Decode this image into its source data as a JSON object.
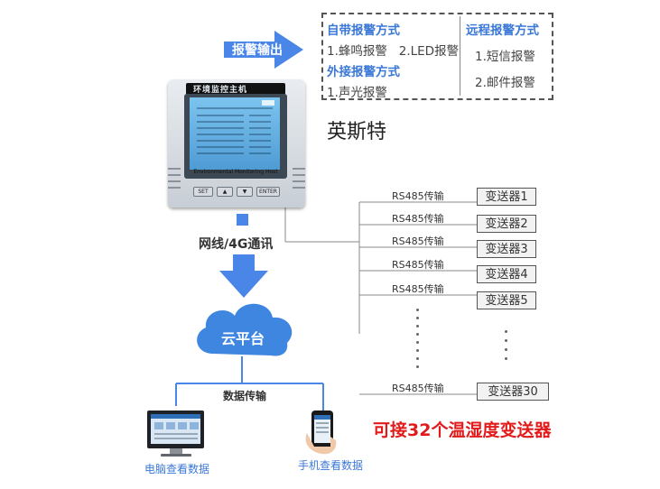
{
  "alarm_output": {
    "label": "报警输出"
  },
  "alarm_modes": {
    "builtin_title": "自带报警方式",
    "builtin_items": "1.蜂鸣报警   2.LED报警",
    "external_title": "外接报警方式",
    "external_items": "1.声光报警",
    "remote_title": "远程报警方式",
    "remote_items": [
      "1.短信报警",
      "2.邮件报警"
    ]
  },
  "brand": "英斯特",
  "device": {
    "plate": "环境监控主机",
    "caption": "Environmental Monitoring Host",
    "buttons": [
      "SET",
      "▲",
      "▼",
      "ENTER"
    ]
  },
  "network_label": "网线/4G通讯",
  "cloud_label": "云平台",
  "data_transfer_label": "数据传输",
  "pc_label": "电脑查看数据",
  "phone_label": "手机查看数据",
  "transmitters": [
    {
      "link": "RS485传输",
      "name": "变送器1"
    },
    {
      "link": "RS485传输",
      "name": "变送器2"
    },
    {
      "link": "RS485传输",
      "name": "变送器3"
    },
    {
      "link": "RS485传输",
      "name": "变送器4"
    },
    {
      "link": "RS485传输",
      "name": "变送器5"
    }
  ],
  "transmitter_last": {
    "link": "RS485传输",
    "name": "变送器30"
  },
  "summary": "可接32个温湿度变送器",
  "colors": {
    "accent_blue": "#3b78d8",
    "arrow_blue": "#4a86e8",
    "summary_red": "#e11b1b"
  }
}
